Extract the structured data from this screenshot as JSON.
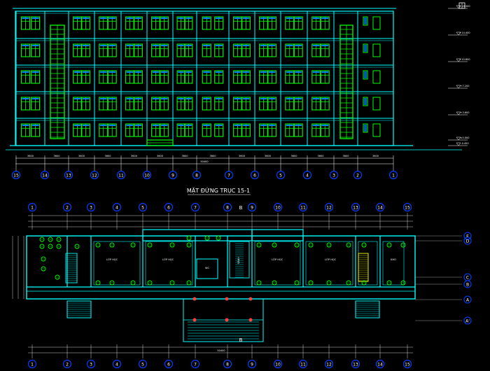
{
  "colors": {
    "background": "#000000",
    "wall": "#00ffff",
    "window": "#00ff00",
    "glass": "#0080ff",
    "grid_marker": "#0040ff",
    "dimension": "#ffffff",
    "red_lamp": "#ff4040",
    "yellow": "#ffff00"
  },
  "elevation": {
    "title": "MẶT ĐỨNG TRỤC 15-1",
    "axis_labels": [
      "15",
      "14",
      "13",
      "12",
      "11",
      "10",
      "9",
      "8",
      "7",
      "6",
      "5",
      "4",
      "3",
      "2",
      "1"
    ],
    "level_marks": [
      "+18.000",
      "+14.400",
      "+10.800",
      "+7.200",
      "+3.600",
      "±0.000",
      "-0.450"
    ],
    "bay_dims": [
      "3600",
      "3600",
      "3600",
      "3600",
      "3600",
      "3600",
      "3600",
      "3600",
      "3600",
      "3600",
      "3600",
      "3600",
      "3600",
      "3600"
    ],
    "total_dim": "50400"
  },
  "plan": {
    "axis_labels_top": [
      "1",
      "2",
      "3",
      "4",
      "5",
      "6",
      "7",
      "8",
      "B",
      "9",
      "10",
      "11",
      "12",
      "13",
      "14",
      "15"
    ],
    "axis_labels_bottom": [
      "1",
      "2",
      "3",
      "4",
      "5",
      "6",
      "7",
      "8",
      "9",
      "10",
      "11",
      "12",
      "13",
      "14",
      "15"
    ],
    "row_labels": [
      "E",
      "D",
      "C",
      "B",
      "A",
      "A'"
    ],
    "section_marker": "B",
    "section_marker_bottom": "B",
    "room_labels": [
      "LỚP HỌC",
      "LỚP HỌC",
      "WC",
      "SẢNH",
      "LỚP HỌC",
      "LỚP HỌC",
      "KHO"
    ],
    "total_dim": "50400"
  }
}
